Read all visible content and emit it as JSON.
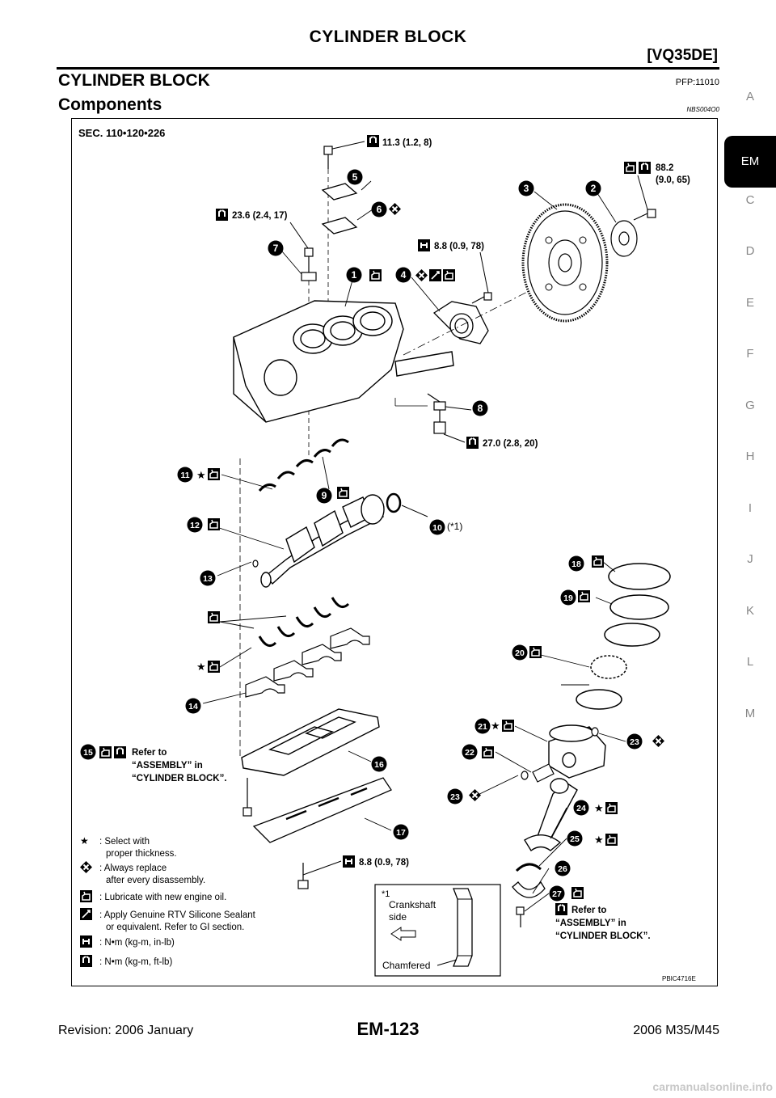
{
  "header": {
    "title": "CYLINDER BLOCK",
    "engine": "[VQ35DE]"
  },
  "section": {
    "title": "CYLINDER BLOCK",
    "pfp": "PFP:11010",
    "subtitle": "Components",
    "ref": "NBS004O0"
  },
  "side_tabs": [
    "A",
    "EM",
    "C",
    "D",
    "E",
    "F",
    "G",
    "H",
    "I",
    "J",
    "K",
    "L",
    "M"
  ],
  "active_tab": "EM",
  "figure": {
    "sec": "SEC. 110•120•226",
    "torques": {
      "t1": "11.3 (1.2, 8)",
      "t2a": "88.2",
      "t2b": "(9.0, 65)",
      "t3": "23.6 (2.4, 17)",
      "t4": "8.8 (0.9, 78)",
      "t5": "27.0 (2.8, 20)",
      "t6": "8.8 (0.9, 78)"
    },
    "note_10": "(*1)",
    "refer_left": [
      "Refer to",
      "“ASSEMBLY” in",
      "“CYLINDER BLOCK”."
    ],
    "refer_right": [
      "Refer to",
      "“ASSEMBLY” in",
      "“CYLINDER BLOCK”."
    ],
    "legend": [
      ": Select with",
      "proper thickness.",
      ": Always replace",
      "after every disassembly.",
      ": Lubricate with new engine oil.",
      ": Apply Genuine RTV Silicone Sealant",
      "or equivalent. Refer to GI section.",
      ": N•m (kg-m, in-lb)",
      ": N•m (kg-m, ft-lb)"
    ],
    "inset": {
      "note": "*1",
      "line1": "Crankshaft",
      "line2": "side",
      "chamfer": "Chamfered"
    },
    "code": "PBIC4716E",
    "callouts": [
      "1",
      "2",
      "3",
      "4",
      "5",
      "6",
      "7",
      "8",
      "9",
      "10",
      "11",
      "12",
      "13",
      "14",
      "15",
      "16",
      "17",
      "18",
      "19",
      "20",
      "21",
      "22",
      "23",
      "24",
      "25",
      "26",
      "27"
    ]
  },
  "footer": {
    "revision": "Revision: 2006 January",
    "page": "EM-123",
    "model": "2006 M35/M45"
  },
  "watermark": "carmanualsonline.info"
}
